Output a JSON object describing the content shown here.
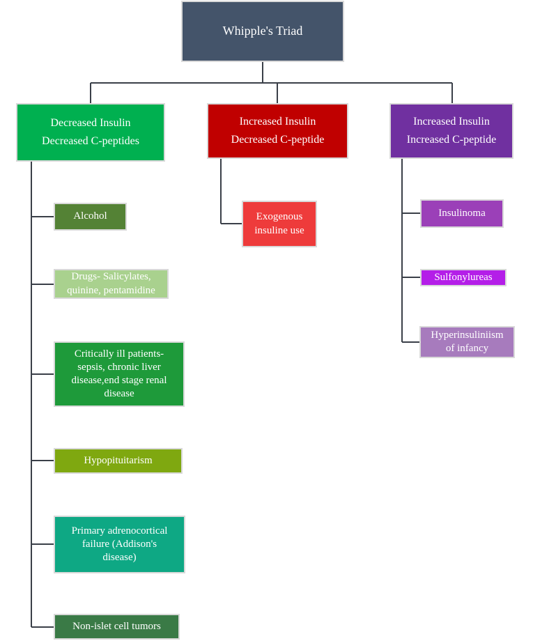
{
  "root": {
    "label": "Whipple's Triad",
    "color": "#44546a"
  },
  "categories": [
    {
      "label": "Decreased Insulin\nDecreased C-peptides",
      "color": "#00b050",
      "causes": [
        {
          "label": "Alcohol",
          "color": "#548235"
        },
        {
          "label": "Drugs- Salicylates,\nquinine, pentamidine",
          "color": "#a9d18e"
        },
        {
          "label": "Critically ill patients-\nsepsis, chronic liver\ndisease,end stage renal\ndisease",
          "color": "#1e9a3a"
        },
        {
          "label": "Hypopituitarism",
          "color": "#7fa810"
        },
        {
          "label": "Primary adrenocortical\nfailure (Addison's\ndisease)",
          "color": "#0ea884"
        },
        {
          "label": "Non-islet cell tumors",
          "color": "#3a7a46"
        }
      ]
    },
    {
      "label": "Increased Insulin\nDecreased C-peptide",
      "color": "#c00000",
      "causes": [
        {
          "label": "Exogenous\ninsuline  use",
          "color": "#ee3b3b"
        }
      ]
    },
    {
      "label": "Increased Insulin\nIncreased C-peptide",
      "color": "#7030a0",
      "causes": [
        {
          "label": "Insulinoma",
          "color": "#9b40b8"
        },
        {
          "label": "Sulfonylureas",
          "color": "#b41ee8"
        },
        {
          "label": "Hyperinsuliniism\nof infancy",
          "color": "#a77bbd"
        }
      ]
    }
  ],
  "connector_color": "#3a3f48"
}
